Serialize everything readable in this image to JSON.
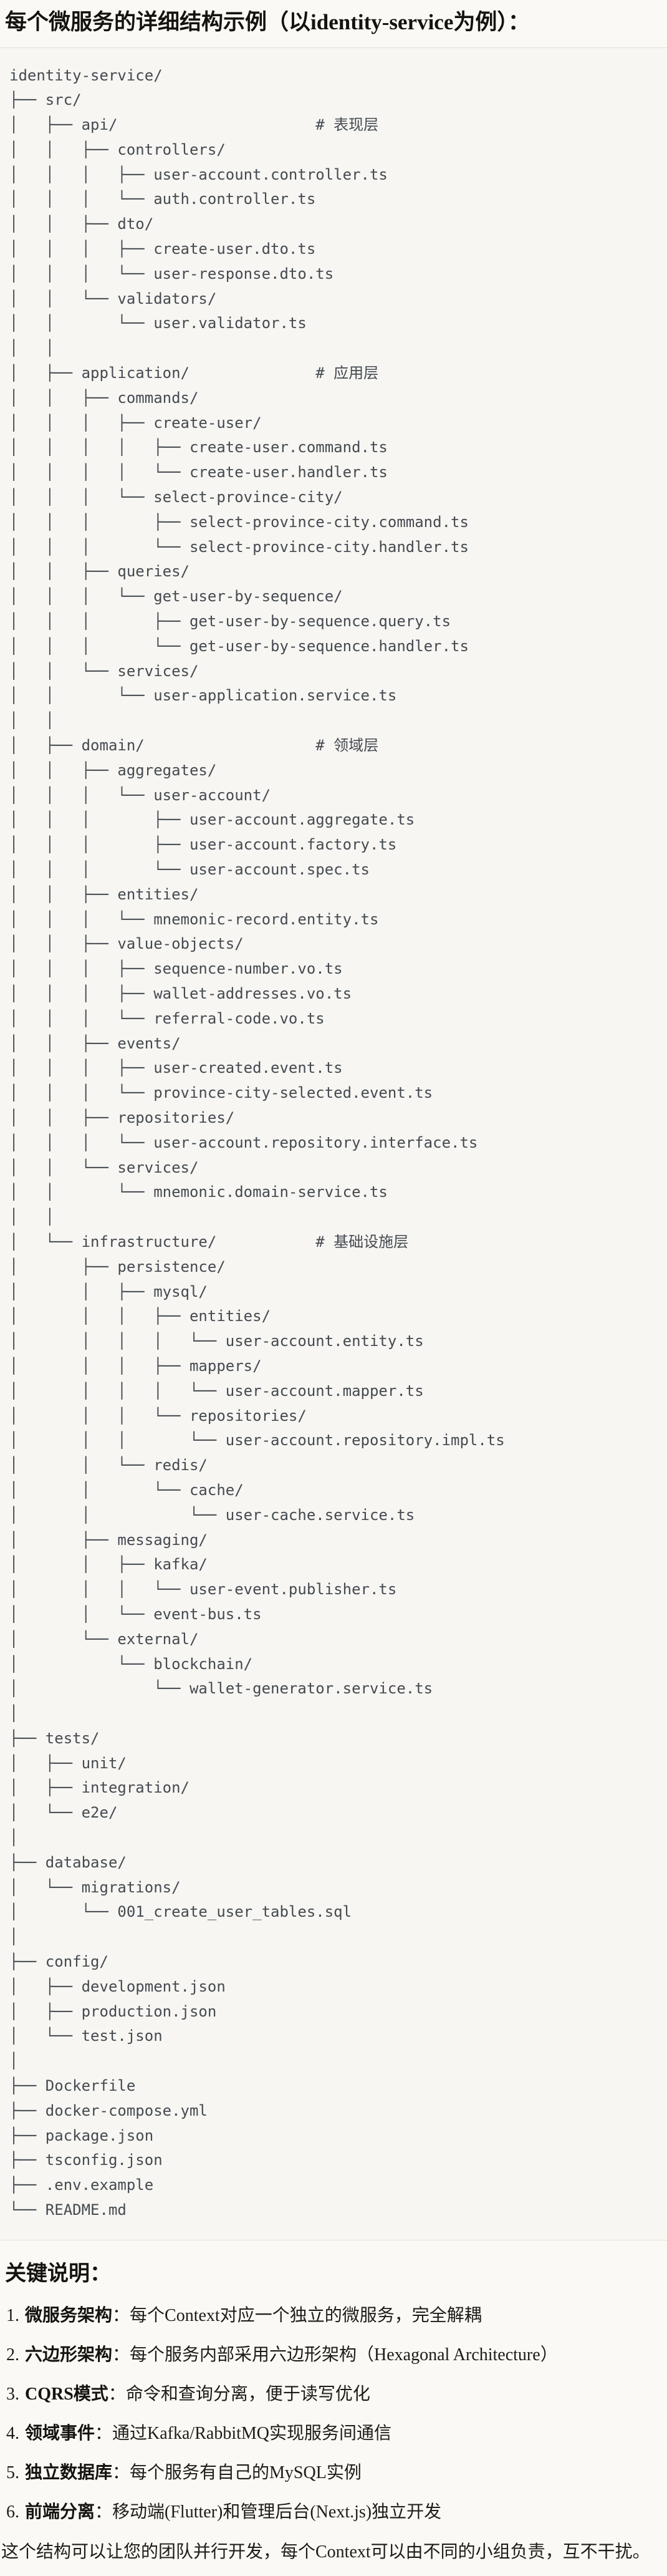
{
  "page": {
    "title": "每个微服务的详细结构示例（以identity-service为例）：",
    "section_heading": "关键说明：",
    "closing_note": "这个结构可以让您的团队并行开发，每个Context可以由不同的小组负责，互不干扰。"
  },
  "code_block": {
    "lines": [
      "identity-service/",
      "├── src/",
      "│   ├── api/                      # 表现层",
      "│   │   ├── controllers/",
      "│   │   │   ├── user-account.controller.ts",
      "│   │   │   └── auth.controller.ts",
      "│   │   ├── dto/",
      "│   │   │   ├── create-user.dto.ts",
      "│   │   │   └── user-response.dto.ts",
      "│   │   └── validators/",
      "│   │       └── user.validator.ts",
      "│   │",
      "│   ├── application/              # 应用层",
      "│   │   ├── commands/",
      "│   │   │   ├── create-user/",
      "│   │   │   │   ├── create-user.command.ts",
      "│   │   │   │   └── create-user.handler.ts",
      "│   │   │   └── select-province-city/",
      "│   │   │       ├── select-province-city.command.ts",
      "│   │   │       └── select-province-city.handler.ts",
      "│   │   ├── queries/",
      "│   │   │   └── get-user-by-sequence/",
      "│   │   │       ├── get-user-by-sequence.query.ts",
      "│   │   │       └── get-user-by-sequence.handler.ts",
      "│   │   └── services/",
      "│   │       └── user-application.service.ts",
      "│   │",
      "│   ├── domain/                   # 领域层",
      "│   │   ├── aggregates/",
      "│   │   │   └── user-account/",
      "│   │   │       ├── user-account.aggregate.ts",
      "│   │   │       ├── user-account.factory.ts",
      "│   │   │       └── user-account.spec.ts",
      "│   │   ├── entities/",
      "│   │   │   └── mnemonic-record.entity.ts",
      "│   │   ├── value-objects/",
      "│   │   │   ├── sequence-number.vo.ts",
      "│   │   │   ├── wallet-addresses.vo.ts",
      "│   │   │   └── referral-code.vo.ts",
      "│   │   ├── events/",
      "│   │   │   ├── user-created.event.ts",
      "│   │   │   └── province-city-selected.event.ts",
      "│   │   ├── repositories/",
      "│   │   │   └── user-account.repository.interface.ts",
      "│   │   └── services/",
      "│   │       └── mnemonic.domain-service.ts",
      "│   │",
      "│   └── infrastructure/           # 基础设施层",
      "│       ├── persistence/",
      "│       │   ├── mysql/",
      "│       │   │   ├── entities/",
      "│       │   │   │   └── user-account.entity.ts",
      "│       │   │   ├── mappers/",
      "│       │   │   │   └── user-account.mapper.ts",
      "│       │   │   └── repositories/",
      "│       │   │       └── user-account.repository.impl.ts",
      "│       │   └── redis/",
      "│       │       └── cache/",
      "│       │           └── user-cache.service.ts",
      "│       ├── messaging/",
      "│       │   ├── kafka/",
      "│       │   │   └── user-event.publisher.ts",
      "│       │   └── event-bus.ts",
      "│       └── external/",
      "│           └── blockchain/",
      "│               └── wallet-generator.service.ts",
      "│",
      "├── tests/",
      "│   ├── unit/",
      "│   ├── integration/",
      "│   └── e2e/",
      "│",
      "├── database/",
      "│   └── migrations/",
      "│       └── 001_create_user_tables.sql",
      "│",
      "├── config/",
      "│   ├── development.json",
      "│   ├── production.json",
      "│   └── test.json",
      "│",
      "├── Dockerfile",
      "├── docker-compose.yml",
      "├── package.json",
      "├── tsconfig.json",
      "├── .env.example",
      "└── README.md"
    ]
  },
  "key_points": [
    {
      "num": "1.",
      "label": "微服务架构",
      "sep": "：",
      "text": "每个Context对应一个独立的微服务，完全解耦"
    },
    {
      "num": "2.",
      "label": "六边形架构",
      "sep": "：",
      "text": "每个服务内部采用六边形架构（Hexagonal Architecture）"
    },
    {
      "num": "3.",
      "label": "CQRS模式",
      "sep": "：",
      "text": "命令和查询分离，便于读写优化"
    },
    {
      "num": "4.",
      "label": "领域事件",
      "sep": "：",
      "text": "通过Kafka/RabbitMQ实现服务间通信"
    },
    {
      "num": "5.",
      "label": "独立数据库",
      "sep": "：",
      "text": "每个服务有自己的MySQL实例"
    },
    {
      "num": "6.",
      "label": "前端分离",
      "sep": "：",
      "text": "移动端(Flutter)和管理后台(Next.js)独立开发"
    }
  ],
  "colors": {
    "page_bg": "#FAF9F5",
    "code_bg": "#F7F6F2",
    "code_border": "#E3E1DA",
    "code_text": "#454A51",
    "heading_text": "#15130E"
  }
}
